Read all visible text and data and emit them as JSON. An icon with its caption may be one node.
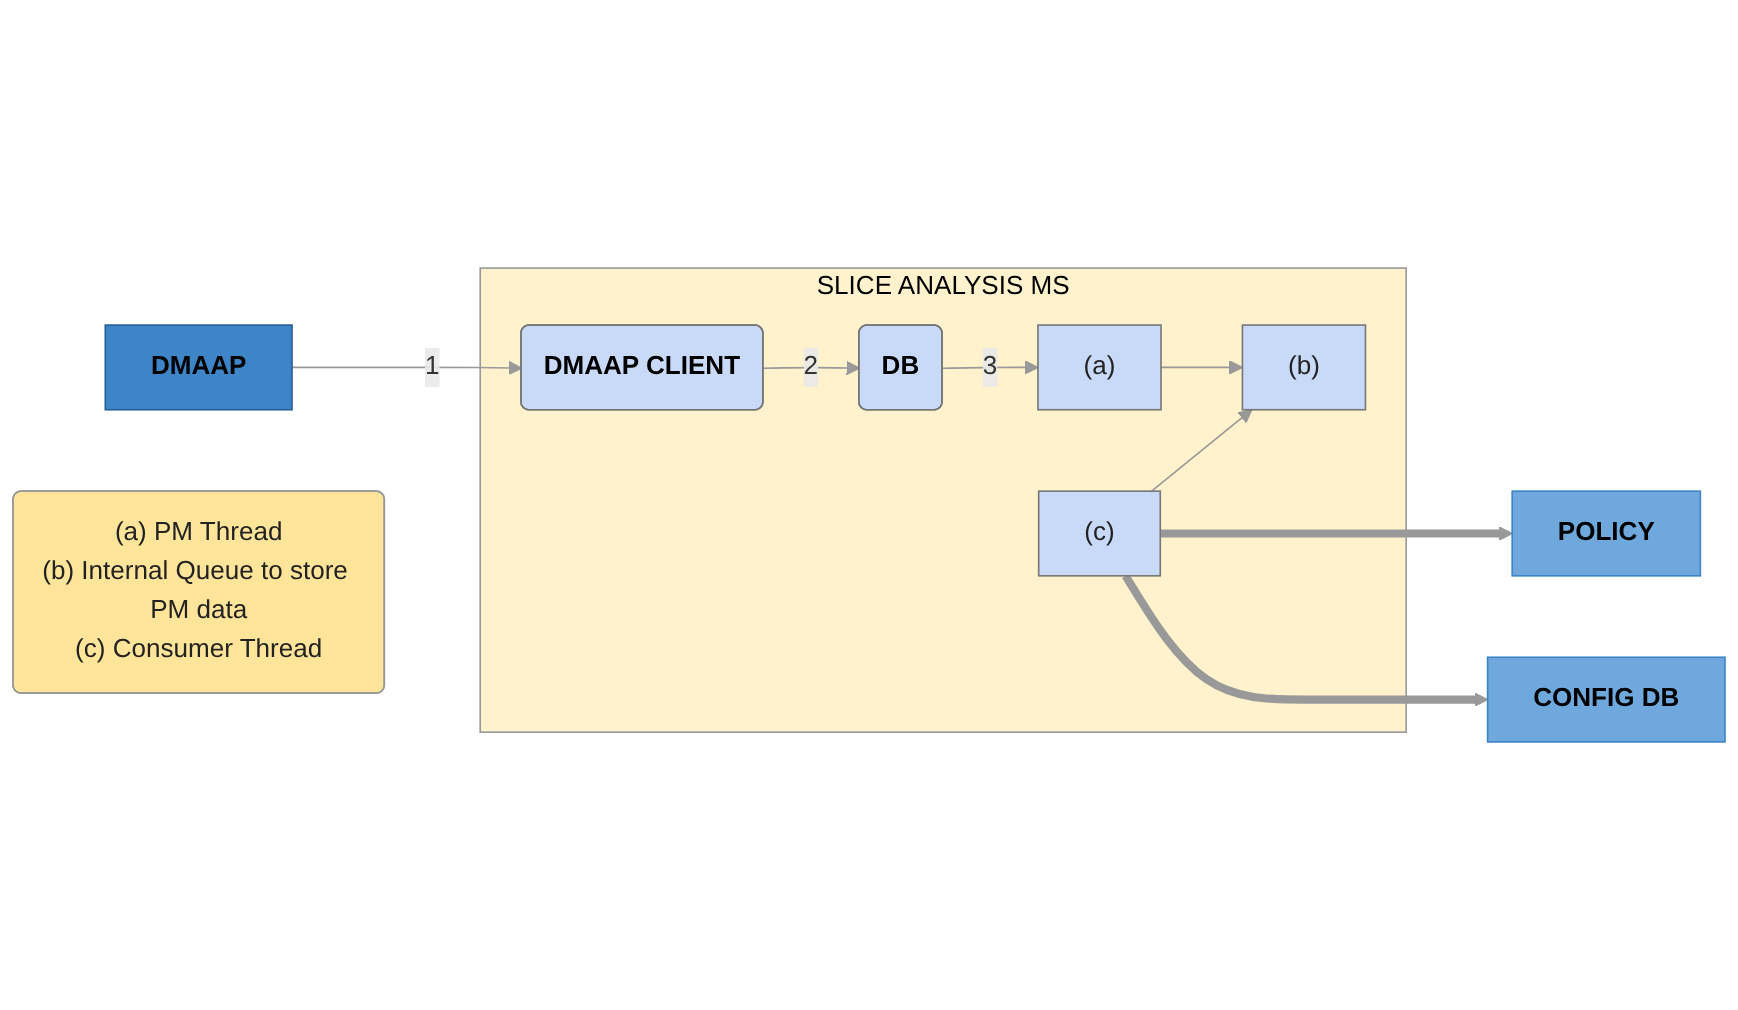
{
  "diagram": {
    "nodes": [
      {
        "text": [
          "SLICE ANALYSIS MS"
        ]
      },
      {
        "text": [
          "DB"
        ],
        "in": 0
      },
      {
        "text": [
          "(a)"
        ],
        "in": 0
      },
      {
        "text": [
          "(b)"
        ],
        "in": 0
      },
      {
        "text": [
          "(c)"
        ],
        "in": 0
      },
      {
        "text": [
          "DMAAP CLIENT"
        ],
        "in": 0
      },
      {
        "text": [
          "POLICY"
        ]
      },
      {
        "text": [
          "CONFIG DB"
        ]
      },
      {
        "text": [
          "DMAAP"
        ]
      },
      {
        "text": [
          "(a) PM Thread",
          "(b) Internal Queue to store PM data",
          "(c) Consumer Thread"
        ]
      }
    ],
    "edges": [
      {
        "from": 8,
        "to": 5,
        "arrow": "to",
        "label": "1"
      },
      {
        "from": 5,
        "to": 1,
        "arrow": "to",
        "label": "2"
      },
      {
        "from": 1,
        "to": 2,
        "arrow": "to",
        "label": "3"
      },
      {
        "from": 2,
        "to": 3,
        "arrow": "to"
      },
      {
        "from": 4,
        "to": 3,
        "arrow": "to"
      },
      {
        "from": 4,
        "to": 6,
        "arrow": "to",
        "style": "thick"
      },
      {
        "from": 4,
        "to": 7,
        "arrow": "to",
        "style": "thick"
      }
    ]
  }
}
